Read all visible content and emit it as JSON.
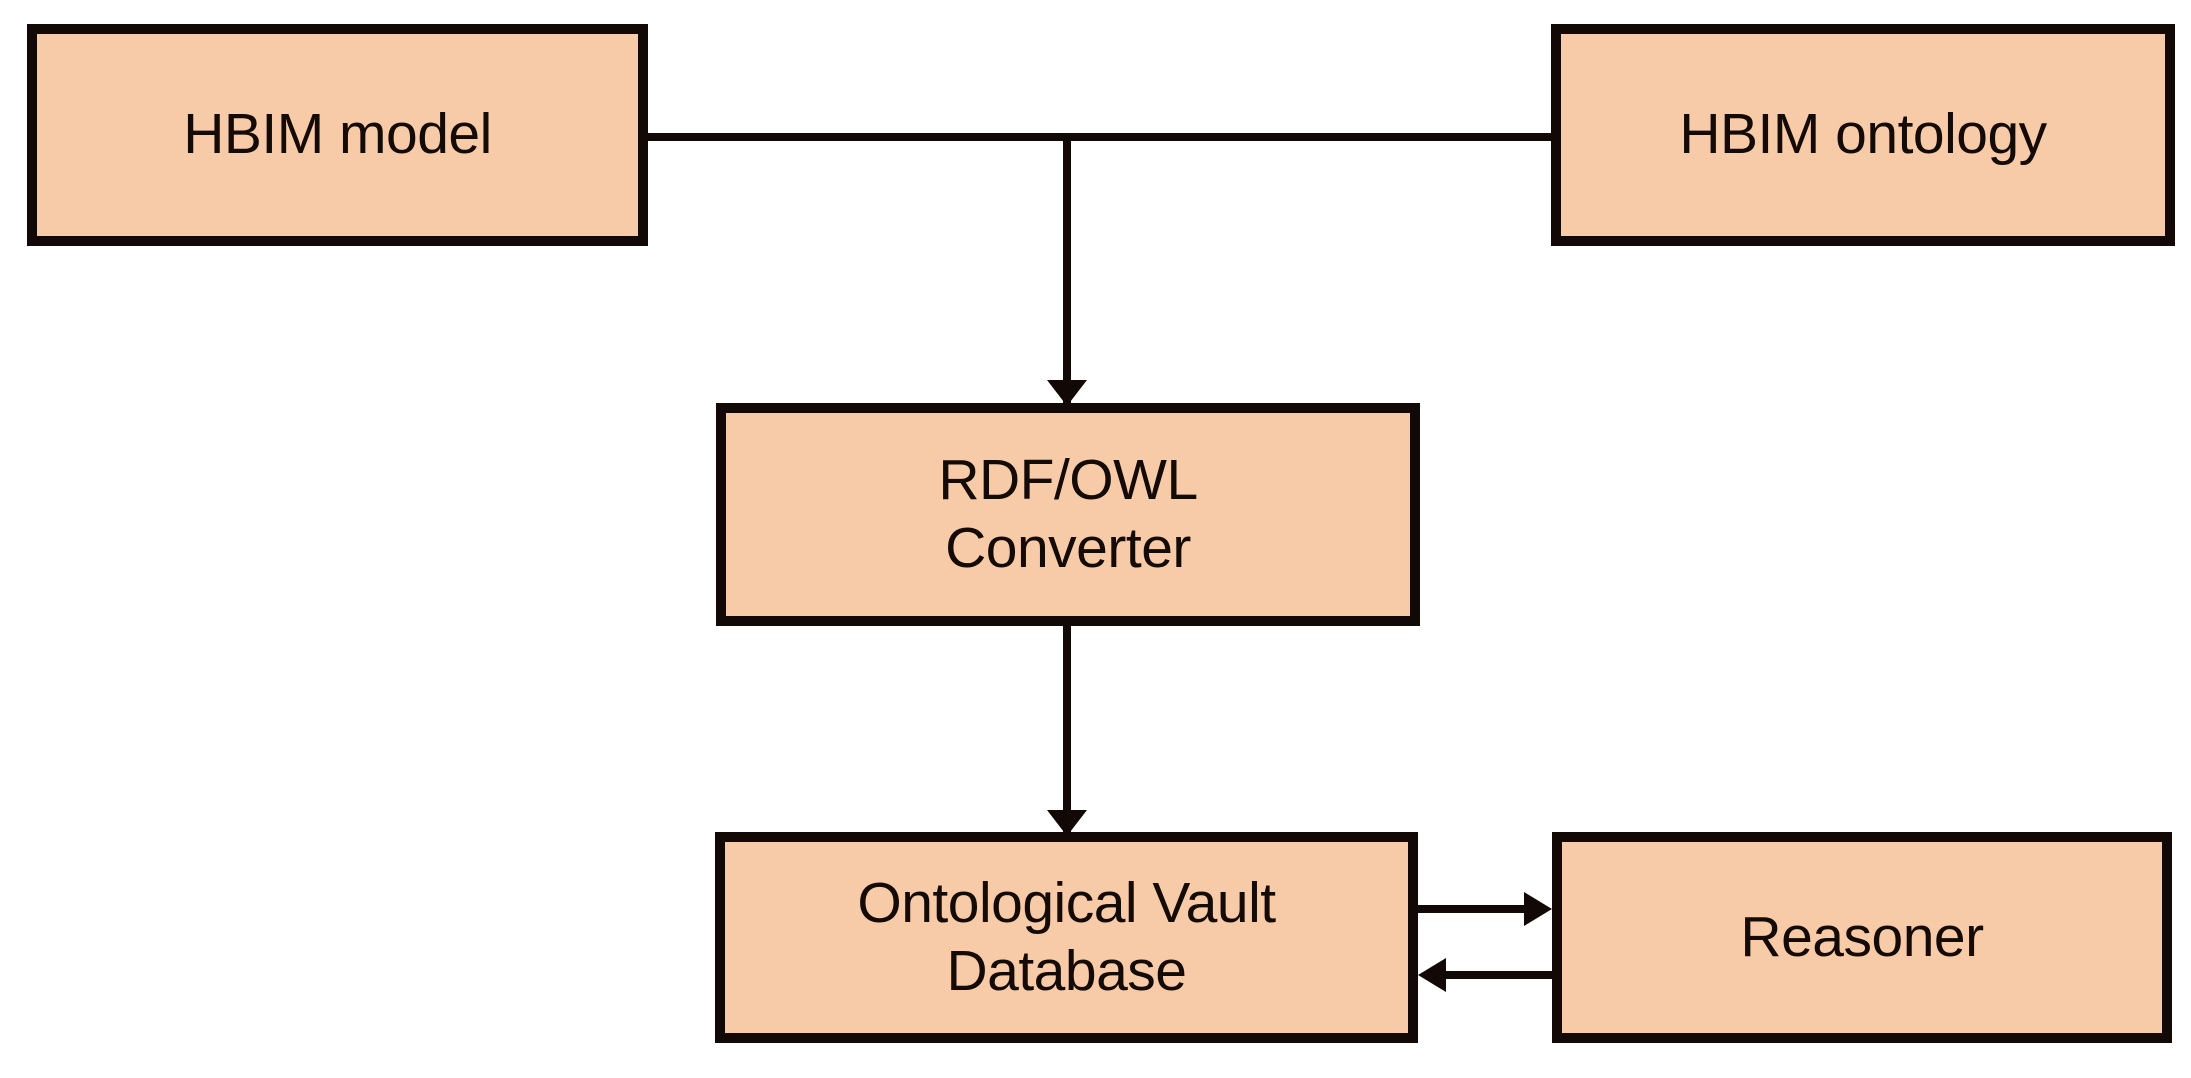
{
  "diagram": {
    "type": "flowchart",
    "background_color": "#FFFFFF",
    "node_fill_color": "#F7CAA8",
    "node_border_color": "#120805",
    "edge_color": "#120805",
    "nodes": [
      {
        "id": "hbim-model",
        "label": "HBIM model"
      },
      {
        "id": "hbim-ontology",
        "label": "HBIM ontology"
      },
      {
        "id": "converter",
        "label": "RDF/OWL\nConverter"
      },
      {
        "id": "vault-db",
        "label": "Ontological Vault\nDatabase"
      },
      {
        "id": "reasoner",
        "label": "Reasoner"
      }
    ],
    "edges": [
      {
        "id": "model-ontology",
        "from": "hbim-model",
        "to": "hbim-ontology",
        "style": "line",
        "arrow": "none"
      },
      {
        "id": "bus-converter",
        "from": "hbim-model",
        "to": "converter",
        "style": "line",
        "arrow": "down"
      },
      {
        "id": "converter-vault",
        "from": "converter",
        "to": "vault-db",
        "style": "line",
        "arrow": "down"
      },
      {
        "id": "db-reasoner",
        "from": "vault-db",
        "to": "reasoner",
        "style": "line",
        "arrow": "right"
      },
      {
        "id": "reasoner-db",
        "from": "reasoner",
        "to": "vault-db",
        "style": "line",
        "arrow": "left"
      }
    ]
  }
}
